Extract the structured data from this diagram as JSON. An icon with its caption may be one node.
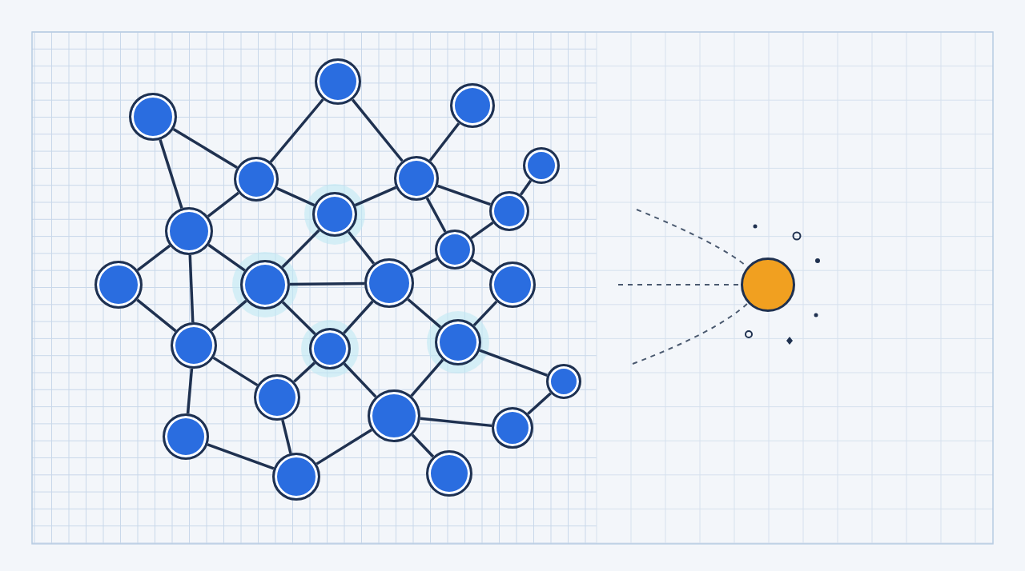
{
  "diagram": {
    "nodes": [
      {
        "text": [],
        "shape": "circle"
      },
      {
        "text": [],
        "shape": "circle"
      },
      {
        "text": [],
        "shape": "circle"
      },
      {
        "text": [],
        "shape": "circle"
      },
      {
        "text": [],
        "shape": "circle"
      },
      {
        "text": [],
        "shape": "circle"
      },
      {
        "text": [],
        "shape": "circle"
      },
      {
        "text": [],
        "shape": "circle"
      },
      {
        "text": [],
        "shape": "circle"
      },
      {
        "text": [],
        "shape": "circle"
      },
      {
        "text": [],
        "shape": "circle"
      },
      {
        "text": [],
        "shape": "circle"
      },
      {
        "text": [],
        "shape": "circle"
      },
      {
        "text": [],
        "shape": "circle"
      },
      {
        "text": [],
        "shape": "circle"
      },
      {
        "text": [],
        "shape": "circle"
      },
      {
        "text": [],
        "shape": "circle"
      },
      {
        "text": [],
        "shape": "circle"
      },
      {
        "text": [],
        "shape": "circle"
      },
      {
        "text": [],
        "shape": "circle"
      },
      {
        "text": [],
        "shape": "circle"
      },
      {
        "text": [],
        "shape": "circle"
      },
      {
        "text": [],
        "shape": "circle"
      },
      {
        "text": [],
        "shape": "circle"
      },
      {
        "text": [],
        "shape": "circle"
      }
    ],
    "edges": [
      {
        "from": 0,
        "to": 6,
        "arrow": "none"
      },
      {
        "from": 0,
        "to": 4,
        "arrow": "none"
      },
      {
        "from": 1,
        "to": 4,
        "arrow": "none"
      },
      {
        "from": 1,
        "to": 5,
        "arrow": "none"
      },
      {
        "from": 2,
        "to": 5,
        "arrow": "none"
      },
      {
        "from": 3,
        "to": 8,
        "arrow": "none"
      },
      {
        "from": 5,
        "to": 8,
        "arrow": "none"
      },
      {
        "from": 5,
        "to": 12,
        "arrow": "none"
      },
      {
        "from": 8,
        "to": 12,
        "arrow": "none"
      },
      {
        "from": 4,
        "to": 6,
        "arrow": "none"
      },
      {
        "from": 4,
        "to": 7,
        "arrow": "none"
      },
      {
        "from": 7,
        "to": 5,
        "arrow": "none"
      },
      {
        "from": 7,
        "to": 10,
        "arrow": "none"
      },
      {
        "from": 7,
        "to": 11,
        "arrow": "none"
      },
      {
        "from": 6,
        "to": 9,
        "arrow": "none"
      },
      {
        "from": 6,
        "to": 10,
        "arrow": "none"
      },
      {
        "from": 6,
        "to": 14,
        "arrow": "none"
      },
      {
        "from": 9,
        "to": 14,
        "arrow": "none"
      },
      {
        "from": 10,
        "to": 11,
        "arrow": "none"
      },
      {
        "from": 10,
        "to": 14,
        "arrow": "none"
      },
      {
        "from": 10,
        "to": 15,
        "arrow": "none"
      },
      {
        "from": 11,
        "to": 12,
        "arrow": "none"
      },
      {
        "from": 11,
        "to": 15,
        "arrow": "none"
      },
      {
        "from": 11,
        "to": 16,
        "arrow": "none"
      },
      {
        "from": 12,
        "to": 13,
        "arrow": "none"
      },
      {
        "from": 13,
        "to": 16,
        "arrow": "none"
      },
      {
        "from": 14,
        "to": 18,
        "arrow": "none"
      },
      {
        "from": 14,
        "to": 20,
        "arrow": "none"
      },
      {
        "from": 15,
        "to": 18,
        "arrow": "none"
      },
      {
        "from": 15,
        "to": 19,
        "arrow": "none"
      },
      {
        "from": 16,
        "to": 19,
        "arrow": "none"
      },
      {
        "from": 16,
        "to": 17,
        "arrow": "none"
      },
      {
        "from": 18,
        "to": 22,
        "arrow": "none"
      },
      {
        "from": 20,
        "to": 22,
        "arrow": "none"
      },
      {
        "from": 19,
        "to": 22,
        "arrow": "none"
      },
      {
        "from": 19,
        "to": 21,
        "arrow": "none"
      },
      {
        "from": 19,
        "to": 23,
        "arrow": "none"
      },
      {
        "from": 21,
        "to": 17,
        "arrow": "none"
      },
      {
        "from": null,
        "to": 24,
        "arrow": "none",
        "style": "dashed"
      },
      {
        "from": null,
        "to": 24,
        "arrow": "none",
        "style": "dashed"
      },
      {
        "from": null,
        "to": 24,
        "arrow": "none",
        "style": "dashed"
      }
    ]
  }
}
